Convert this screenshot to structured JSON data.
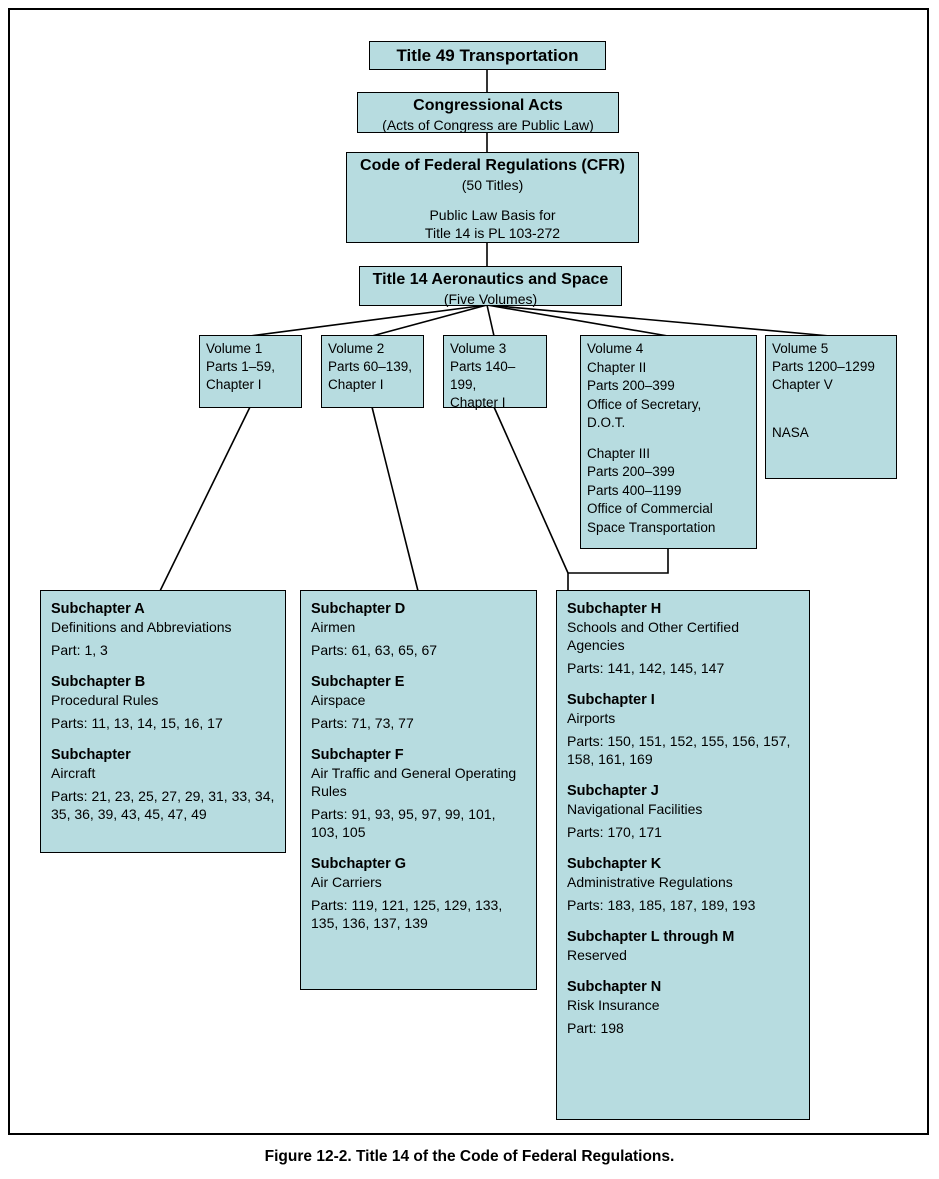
{
  "colors": {
    "box_fill": "#b7dce0",
    "box_border": "#000000",
    "connector_line": "#000000",
    "background": "#ffffff"
  },
  "boxes": {
    "title49": {
      "title": "Title 49 Transportation"
    },
    "congressional": {
      "title": "Congressional Acts",
      "subtitle": "(Acts of Congress are Public Law)"
    },
    "cfr": {
      "title": "Code of Federal Regulations (CFR)",
      "subtitle": "(50 Titles)",
      "note1": "Public Law Basis for",
      "note2": "Title 14 is PL 103-272"
    },
    "title14": {
      "title": "Title 14 Aeronautics and Space",
      "subtitle": "(Five Volumes)"
    }
  },
  "volumes": [
    {
      "name": "Volume 1",
      "lines": [
        "Parts 1–59,",
        "Chapter I"
      ]
    },
    {
      "name": "Volume 2",
      "lines": [
        "Parts 60–139,",
        "Chapter I"
      ]
    },
    {
      "name": "Volume 3",
      "lines": [
        "Parts 140–199,",
        "Chapter I"
      ]
    },
    {
      "name": "Volume 4",
      "sections": [
        [
          "Chapter II",
          "Parts 200–399",
          "Office of Secretary,",
          "D.O.T."
        ],
        [
          "Chapter III",
          "Parts 200–399",
          "Parts 400–1199",
          "Office of Commercial",
          "Space Transportation"
        ]
      ]
    },
    {
      "name": "Volume 5",
      "lines": [
        "Parts 1200–1299",
        "Chapter V"
      ],
      "footer": "NASA"
    }
  ],
  "subchapters": {
    "group1": [
      {
        "heading": "Subchapter A",
        "desc": "Definitions and Abbreviations",
        "parts": "Part: 1, 3"
      },
      {
        "heading": "Subchapter B",
        "desc": "Procedural Rules",
        "parts": "Parts: 11, 13, 14, 15, 16, 17"
      },
      {
        "heading": "Subchapter",
        "desc": "Aircraft",
        "parts": "Parts: 21, 23, 25, 27, 29, 31, 33, 34, 35, 36, 39, 43, 45, 47, 49"
      }
    ],
    "group2": [
      {
        "heading": "Subchapter D",
        "desc": "Airmen",
        "parts": "Parts: 61, 63, 65, 67"
      },
      {
        "heading": "Subchapter E",
        "desc": "Airspace",
        "parts": "Parts: 71, 73, 77"
      },
      {
        "heading": "Subchapter F",
        "desc": "Air Traffic and General Operating Rules",
        "parts": "Parts: 91, 93, 95, 97, 99, 101, 103, 105"
      },
      {
        "heading": "Subchapter G",
        "desc": "Air Carriers",
        "parts": "Parts: 119, 121, 125, 129, 133, 135, 136, 137, 139"
      }
    ],
    "group3": [
      {
        "heading": "Subchapter H",
        "desc": "Schools and Other Certified Agencies",
        "parts": "Parts: 141, 142, 145, 147"
      },
      {
        "heading": "Subchapter I",
        "desc": "Airports",
        "parts": "Parts: 150, 151, 152, 155, 156, 157, 158, 161, 169"
      },
      {
        "heading": "Subchapter J",
        "desc": "Navigational Facilities",
        "parts": "Parts: 170, 171"
      },
      {
        "heading": "Subchapter K",
        "desc": "Administrative Regulations",
        "parts": "Parts: 183, 185, 187, 189, 193"
      },
      {
        "heading": "Subchapter L through M",
        "desc": "Reserved"
      },
      {
        "heading": "Subchapter N",
        "desc": "Risk Insurance",
        "parts": "Part: 198"
      }
    ]
  },
  "caption": "Figure 12-2. Title 14 of the Code of Federal Regulations."
}
